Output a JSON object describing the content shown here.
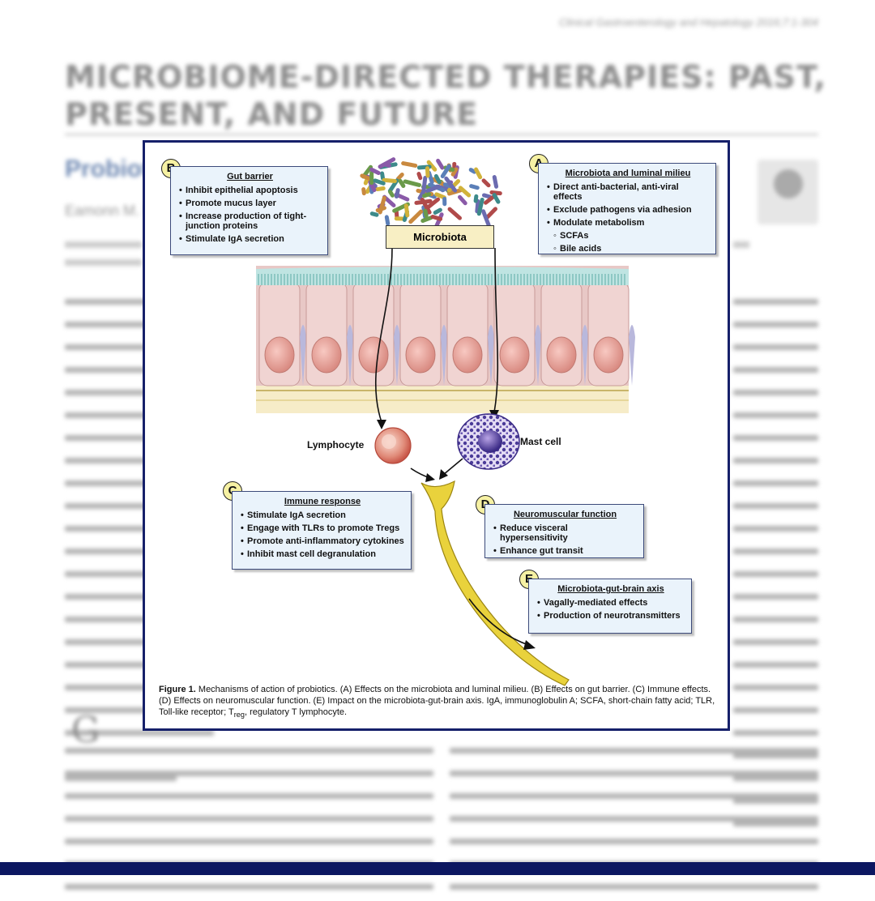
{
  "page": {
    "journal_line": "Clinical Gastroenterology and Hepatology 2016;7:1-304",
    "article_title": "MICROBIOME-DIRECTED THERAPIES: PAST, PRESENT, AND FUTURE",
    "section_label": "Probiotics",
    "author_line": "Eamonn M. M. Quigley"
  },
  "figure": {
    "microbiota_label": "Microbiota",
    "lymphocyte_label": "Lymphocyte",
    "mast_cell_label": "Mast cell",
    "panels": {
      "A": {
        "badge": "A",
        "title": "Microbiota and luminal milieu",
        "items": [
          "Direct anti-bacterial, anti-viral effects",
          "Exclude pathogens via adhesion",
          "Modulate metabolism"
        ],
        "subitems": [
          "SCFAs",
          "Bile acids"
        ]
      },
      "B": {
        "badge": "B",
        "title": "Gut barrier",
        "items": [
          "Inhibit epithelial apoptosis",
          "Promote mucus layer",
          "Increase production of tight-junction proteins",
          "Stimulate IgA secretion"
        ]
      },
      "C": {
        "badge": "C",
        "title": "Immune response",
        "items": [
          "Stimulate IgA secretion",
          "Engage with TLRs to promote Tregs",
          "Promote anti-inflammatory cytokines",
          "Inhibit mast cell degranulation"
        ]
      },
      "D": {
        "badge": "D",
        "title": "Neuromuscular function",
        "items": [
          "Reduce visceral hypersensitivity",
          "Enhance gut transit"
        ]
      },
      "E": {
        "badge": "E",
        "title": "Microbiota-gut-brain axis",
        "items": [
          "Vagally-mediated effects",
          "Production of neurotransmitters"
        ]
      }
    },
    "caption": {
      "label": "Figure 1.",
      "text_1": " Mechanisms of action of probiotics. (A) Effects on the microbiota and luminal milieu. (B) Effects on gut barrier. (C) Immune effects. (D) Effects on neuromuscular function. (E) Impact on the microbiota-gut-brain axis. IgA, immunoglobulin A; SCFA, short-chain fatty acid; TLR, Toll-like receptor; T",
      "sub": "reg",
      "text_2": ", regulatory T lymphocyte."
    }
  },
  "colors": {
    "frame": "#16206a",
    "panel_bg": "#eaf3fb",
    "badge_bg": "#f6f1a3",
    "nerve": "#e9d23c",
    "footer_bar": "#0c1761"
  }
}
